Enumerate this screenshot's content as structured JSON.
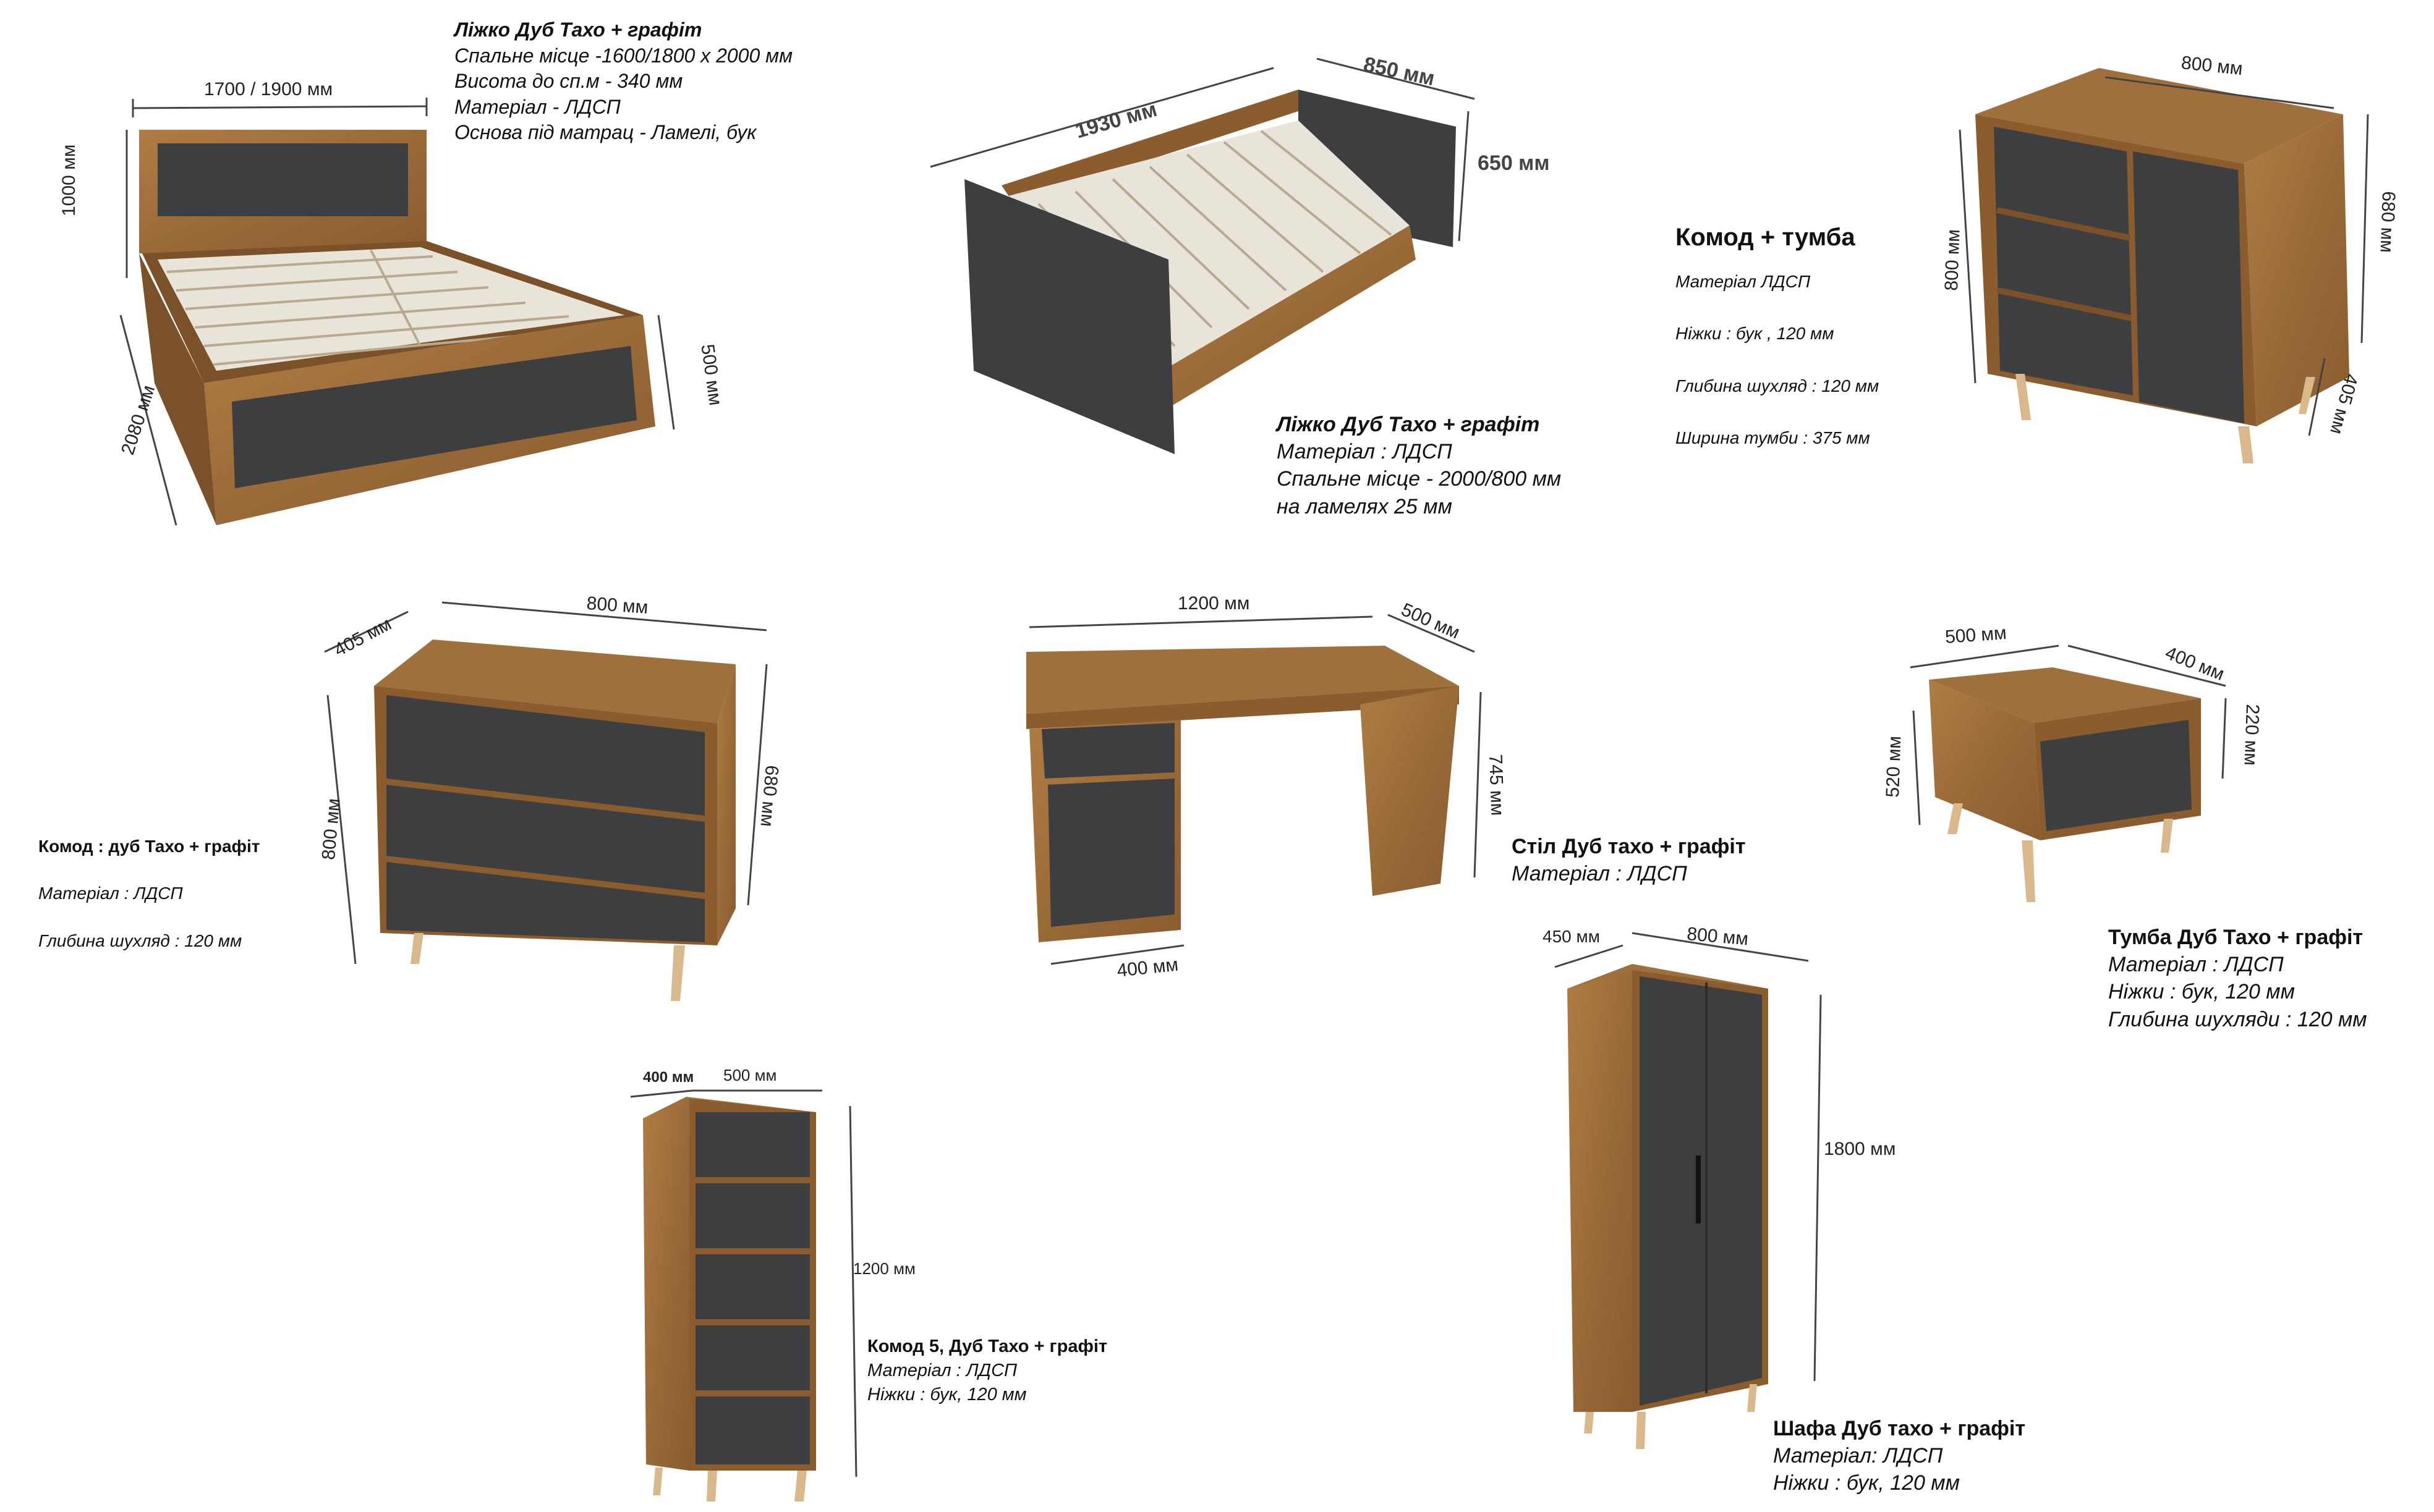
{
  "colors": {
    "wood": "#a0703c",
    "wood_dark": "#7a5128",
    "graphite": "#3d3e40",
    "slat": "#e9e4da",
    "leg": "#d9b98c",
    "line": "#444444"
  },
  "items": {
    "bed_double": {
      "title": "Ліжко Дуб Тахо + графіт",
      "lines": [
        "Спальне місце -1600/1800 х 2000 мм",
        "Висота до сп.м - 340 мм",
        "Матеріал - ЛДСП",
        "Основа під матрац - Ламелі, бук"
      ],
      "dims": [
        "1700 / 1900 мм",
        "1000 мм",
        "2080 мм",
        "500 мм"
      ]
    },
    "bed_single": {
      "title": "Ліжко Дуб Тахо + графіт",
      "lines": [
        "Матеріал : ЛДСП",
        "Спальне місце - 2000/800 мм",
        "на ламелях 25 мм"
      ],
      "dims": [
        "1930 мм",
        "850 мм",
        "650 мм"
      ]
    },
    "komod_tumba": {
      "title": "Комод + тумба",
      "lines": [
        "Матеріал ЛДСП",
        "Ніжки : бук , 120 мм",
        "Глибина шухляд : 120 мм",
        "Ширина тумби : 375 мм"
      ],
      "dims": [
        "800 мм",
        "800 мм",
        "680 мм",
        "405 мм"
      ]
    },
    "komod": {
      "title": "Комод : дуб Тахо + графіт",
      "lines": [
        "Матеріал : ЛДСП",
        "Глибина шухляд : 120 мм"
      ],
      "dims": [
        "405 мм",
        "800 мм",
        "800 мм",
        "680 мм"
      ]
    },
    "desk": {
      "title": "Стіл Дуб тахо + графіт",
      "lines": [
        "Матеріал : ЛДСП"
      ],
      "dims": [
        "1200 мм",
        "500 мм",
        "745 мм",
        "400 мм"
      ]
    },
    "nightstand": {
      "title": "Тумба Дуб Тахо + графіт",
      "lines": [
        "Матеріал : ЛДСП",
        "Ніжки : бук, 120 мм",
        "Глибина шухляди : 120 мм"
      ],
      "dims": [
        "500 мм",
        "400 мм",
        "220 мм",
        "520 мм"
      ]
    },
    "komod5": {
      "title": "Комод 5, Дуб Тахо + графіт",
      "lines": [
        "Матеріал : ЛДСП",
        "Ніжки : бук, 120 мм"
      ],
      "dims": [
        "400 мм",
        "500 мм",
        "1200 мм"
      ]
    },
    "wardrobe": {
      "title": "Шафа Дуб тахо + графіт",
      "lines": [
        "Матеріал: ЛДСП",
        "Ніжки : бук, 120 мм"
      ],
      "dims": [
        "450 мм",
        "800 мм",
        "1800 мм"
      ]
    }
  }
}
